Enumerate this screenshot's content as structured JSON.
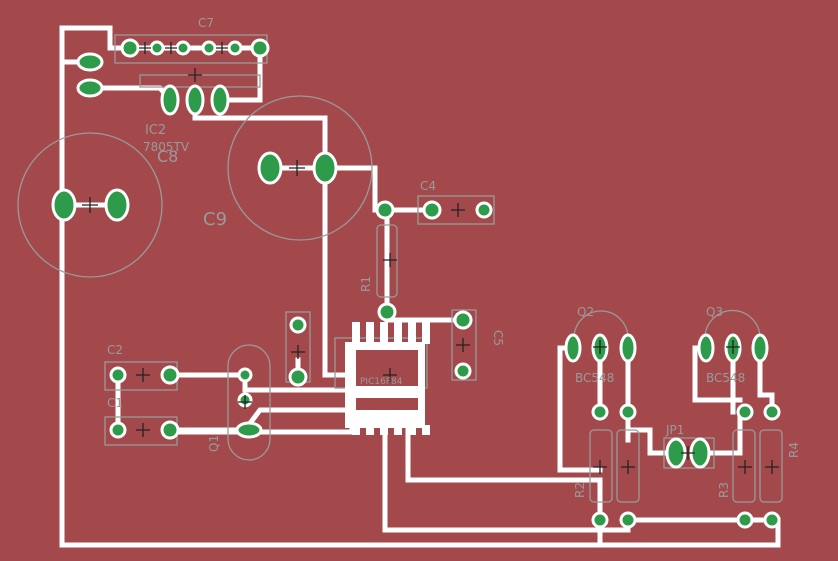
{
  "colors": {
    "board": "#a3494c",
    "copper": "#ffffff",
    "pad": "#2e9b4a",
    "silkscreen": "#9a9a9a"
  },
  "labels": {
    "c7": "C7",
    "ic2": "IC2",
    "reg": "7805TV",
    "c8": "C8",
    "c9": "C9",
    "c4": "C4",
    "r1": "R1",
    "c5": "C5",
    "q2": "Q2",
    "q3": "Q3",
    "q2_part": "BC548",
    "q3_part": "BC548",
    "c2": "C2",
    "c1": "C1",
    "q1": "Q1",
    "jp1": "JP1",
    "r2": "R2",
    "r3": "R3",
    "r4": "R4",
    "ic1": "PIC16F84"
  }
}
